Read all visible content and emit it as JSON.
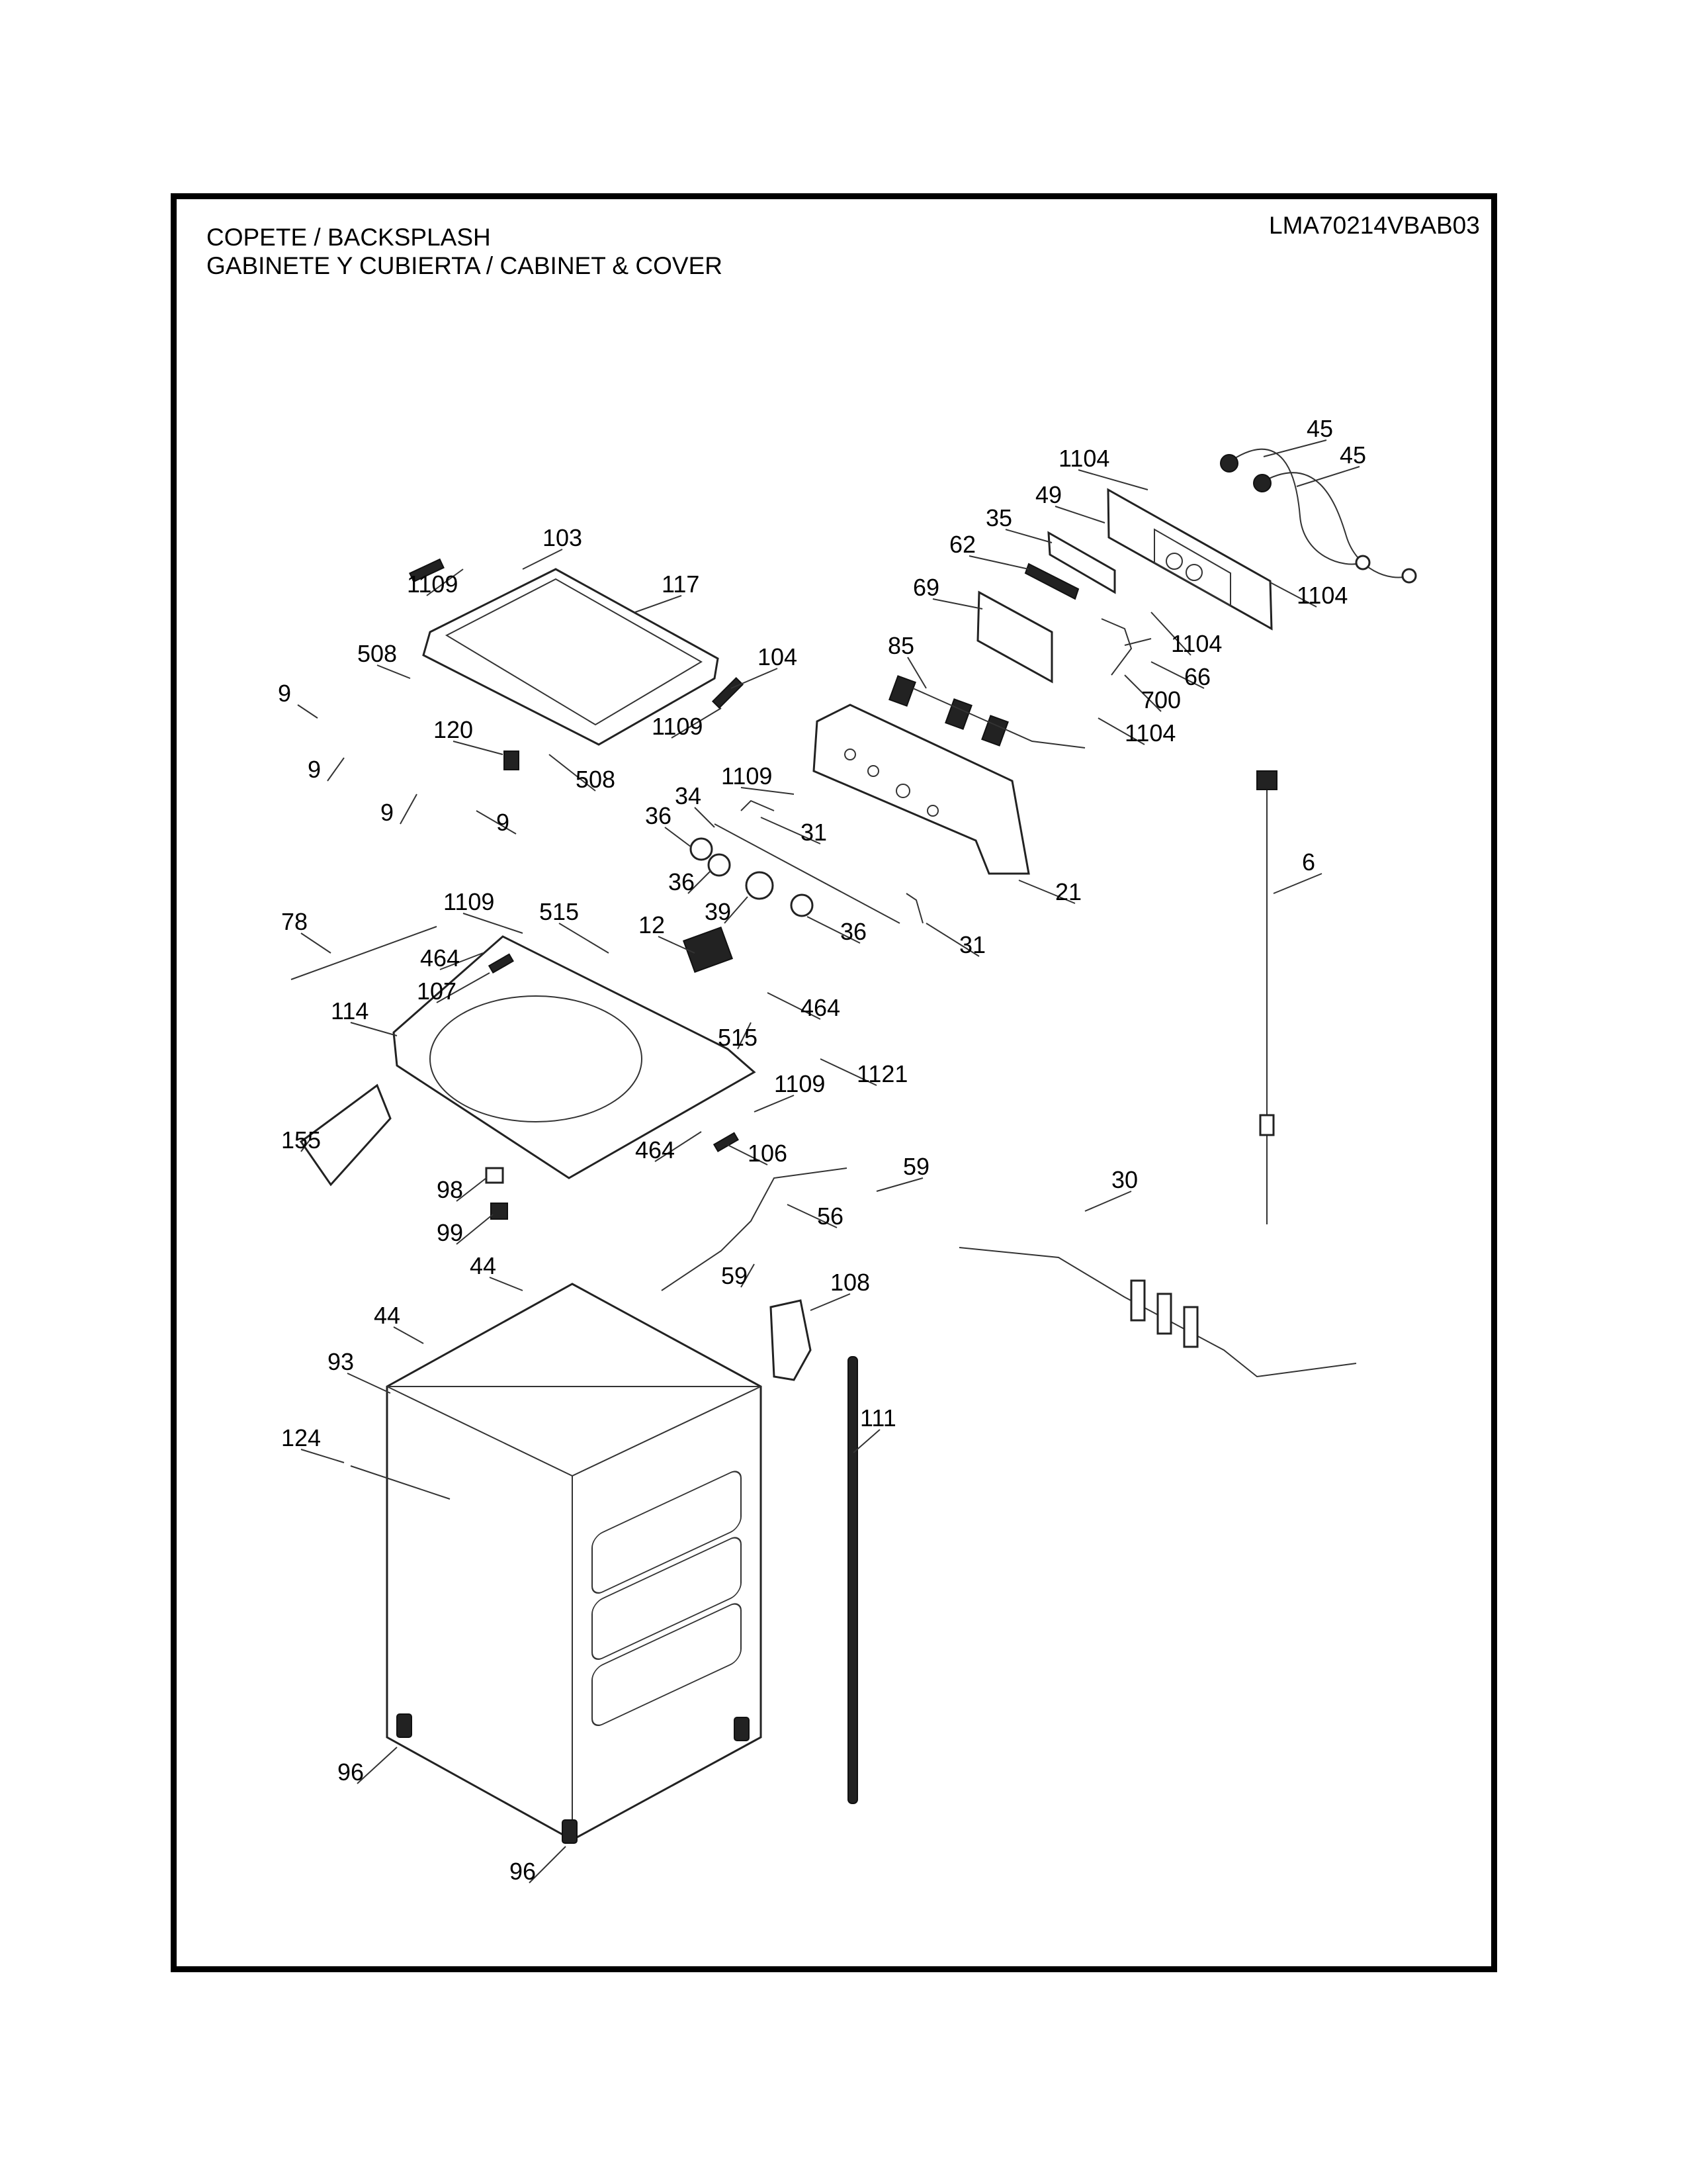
{
  "header": {
    "title_line1": "COPETE / BACKSPLASH",
    "title_line2": "GABINETE Y CUBIERTA / CABINET & COVER",
    "model_number": "LMA70214VBAB03"
  },
  "callouts": [
    {
      "id": "c-1104-a",
      "label": "1104"
    },
    {
      "id": "c-45-a",
      "label": "45"
    },
    {
      "id": "c-45-b",
      "label": "45"
    },
    {
      "id": "c-49",
      "label": "49"
    },
    {
      "id": "c-35",
      "label": "35"
    },
    {
      "id": "c-62",
      "label": "62"
    },
    {
      "id": "c-1104-b",
      "label": "1104"
    },
    {
      "id": "c-69",
      "label": "69"
    },
    {
      "id": "c-1104-c",
      "label": "1104"
    },
    {
      "id": "c-66",
      "label": "66"
    },
    {
      "id": "c-85",
      "label": "85"
    },
    {
      "id": "c-700",
      "label": "700"
    },
    {
      "id": "c-1104-d",
      "label": "1104"
    },
    {
      "id": "c-103",
      "label": "103"
    },
    {
      "id": "c-1109-a",
      "label": "1109"
    },
    {
      "id": "c-117",
      "label": "117"
    },
    {
      "id": "c-508-a",
      "label": "508"
    },
    {
      "id": "c-104",
      "label": "104"
    },
    {
      "id": "c-9-a",
      "label": "9"
    },
    {
      "id": "c-1109-b",
      "label": "1109"
    },
    {
      "id": "c-120",
      "label": "120"
    },
    {
      "id": "c-9-b",
      "label": "9"
    },
    {
      "id": "c-508-b",
      "label": "508"
    },
    {
      "id": "c-1109-c",
      "label": "1109"
    },
    {
      "id": "c-9-c",
      "label": "9"
    },
    {
      "id": "c-9-d",
      "label": "9"
    },
    {
      "id": "c-34",
      "label": "34"
    },
    {
      "id": "c-36-a",
      "label": "36"
    },
    {
      "id": "c-31-a",
      "label": "31"
    },
    {
      "id": "c-21",
      "label": "21"
    },
    {
      "id": "c-6",
      "label": "6"
    },
    {
      "id": "c-36-b",
      "label": "36"
    },
    {
      "id": "c-39",
      "label": "39"
    },
    {
      "id": "c-36-c",
      "label": "36"
    },
    {
      "id": "c-31-b",
      "label": "31"
    },
    {
      "id": "c-78",
      "label": "78"
    },
    {
      "id": "c-1109-d",
      "label": "1109"
    },
    {
      "id": "c-515-a",
      "label": "515"
    },
    {
      "id": "c-12",
      "label": "12"
    },
    {
      "id": "c-464-a",
      "label": "464"
    },
    {
      "id": "c-107",
      "label": "107"
    },
    {
      "id": "c-464-b",
      "label": "464"
    },
    {
      "id": "c-114",
      "label": "114"
    },
    {
      "id": "c-515-b",
      "label": "515"
    },
    {
      "id": "c-1121",
      "label": "1121"
    },
    {
      "id": "c-1109-e",
      "label": "1109"
    },
    {
      "id": "c-155",
      "label": "155"
    },
    {
      "id": "c-464-c",
      "label": "464"
    },
    {
      "id": "c-106",
      "label": "106"
    },
    {
      "id": "c-59-a",
      "label": "59"
    },
    {
      "id": "c-30",
      "label": "30"
    },
    {
      "id": "c-98",
      "label": "98"
    },
    {
      "id": "c-56",
      "label": "56"
    },
    {
      "id": "c-99",
      "label": "99"
    },
    {
      "id": "c-44-a",
      "label": "44"
    },
    {
      "id": "c-59-b",
      "label": "59"
    },
    {
      "id": "c-108",
      "label": "108"
    },
    {
      "id": "c-44-b",
      "label": "44"
    },
    {
      "id": "c-93",
      "label": "93"
    },
    {
      "id": "c-111",
      "label": "111"
    },
    {
      "id": "c-124",
      "label": "124"
    },
    {
      "id": "c-96-a",
      "label": "96"
    },
    {
      "id": "c-96-b",
      "label": "96"
    }
  ]
}
